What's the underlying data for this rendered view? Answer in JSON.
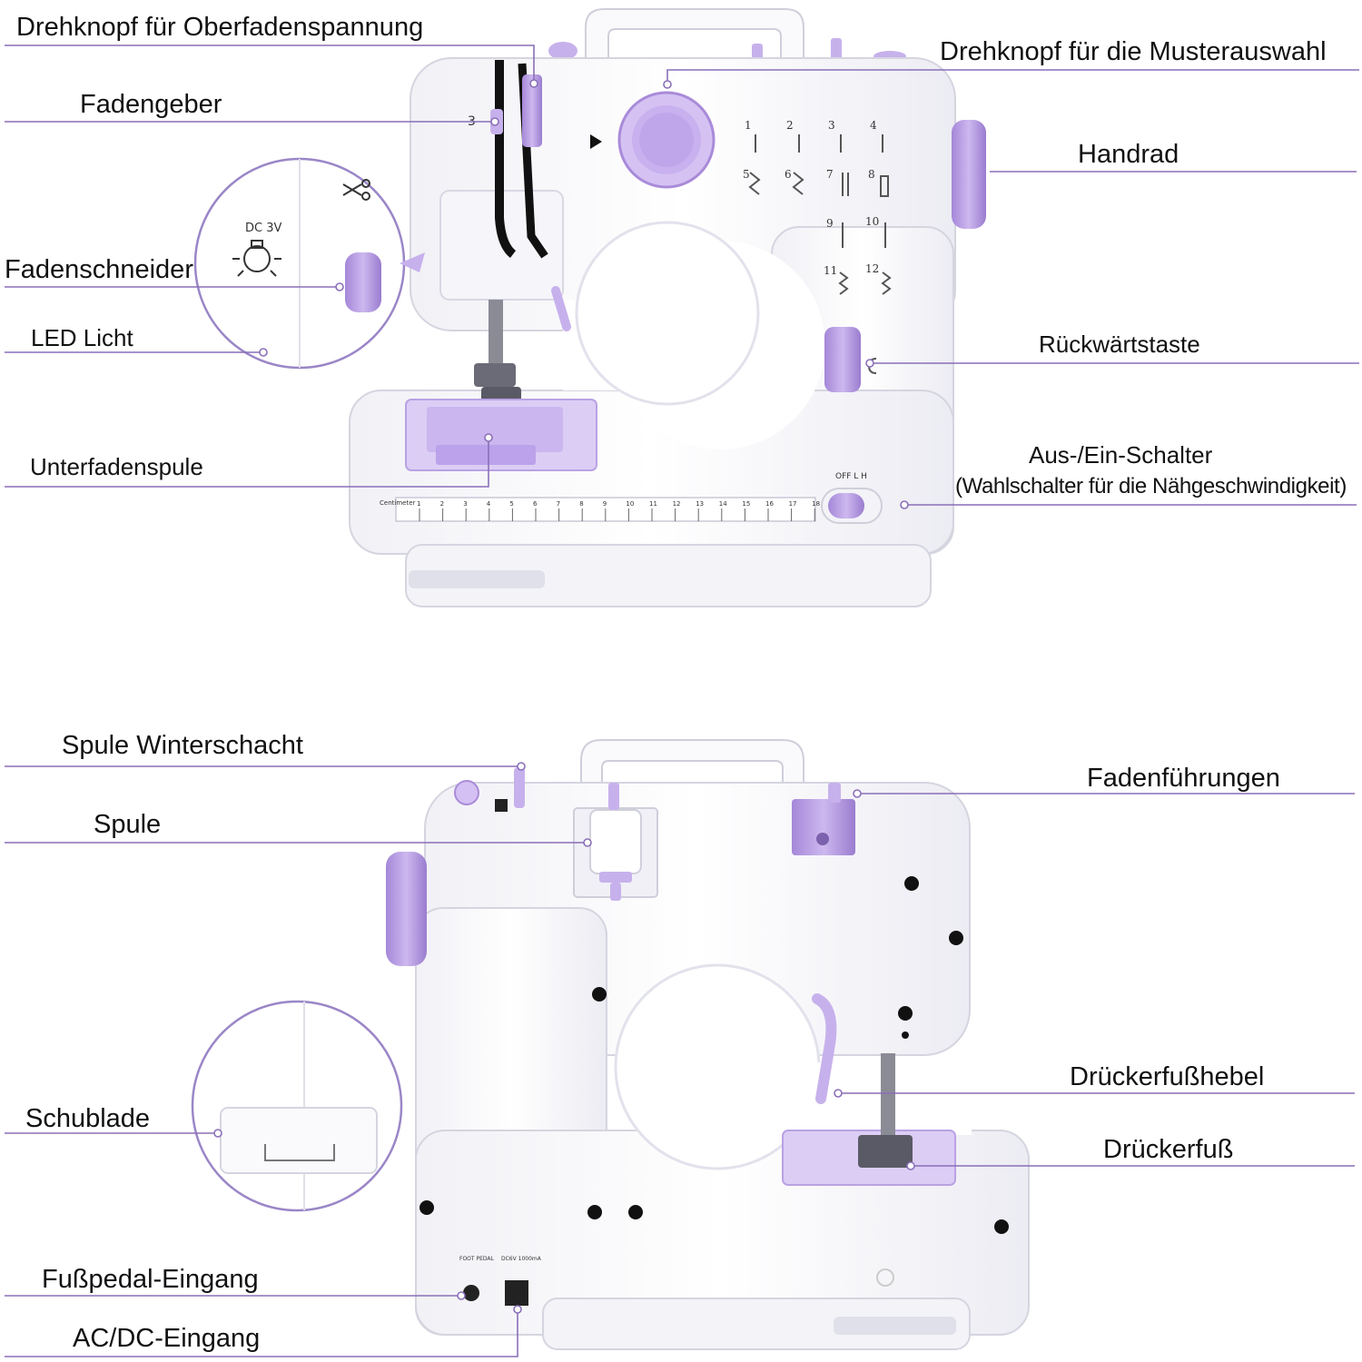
{
  "colors": {
    "accent": "#b79fe0",
    "accent_dark": "#8d6bc9",
    "line": "#8a6fb8",
    "body": "#f4f4f8",
    "shadow": "#dcdce6"
  },
  "labels": {
    "tension_dial": "Drehknopf für Oberfadenspannung",
    "thread_lever": "Fadengeber",
    "thread_cutter": "Fadenschneider",
    "led_light": "LED Licht",
    "lower_bobbin": "Unterfadenspule",
    "pattern_dial": "Drehknopf für die Musterauswahl",
    "handwheel": "Handrad",
    "reverse_button": "Rückwärtstaste",
    "power_switch": "Aus-/Ein-Schalter",
    "power_switch_sub": "(Wahlschalter für die Nähgeschwindigkeit)",
    "bobbin_winder": "Spule Winterschacht",
    "spool": "Spule",
    "drawer": "Schublade",
    "foot_pedal_input": "Fußpedal-Eingang",
    "acdc_input": "AC/DC-Eingang",
    "thread_guides": "Fadenführungen",
    "presser_lever": "Drückerfußhebel",
    "presser_foot": "Drückerfuß"
  },
  "machine_text": {
    "dc_label": "DC 3V",
    "switch_label": "OFF  L  H",
    "ruler_label": "Centimeter",
    "foot_pedal_port": "FOOT PEDAL",
    "dc_port": "DC6V 1000mA",
    "ruler_numbers": [
      "1",
      "2",
      "3",
      "4",
      "5",
      "6",
      "7",
      "8",
      "9",
      "10",
      "11",
      "12",
      "13",
      "14",
      "15",
      "16",
      "17",
      "18"
    ],
    "stitch_numbers": [
      "1",
      "2",
      "3",
      "4",
      "5",
      "6",
      "7",
      "8",
      "9",
      "10",
      "11",
      "12"
    ]
  }
}
